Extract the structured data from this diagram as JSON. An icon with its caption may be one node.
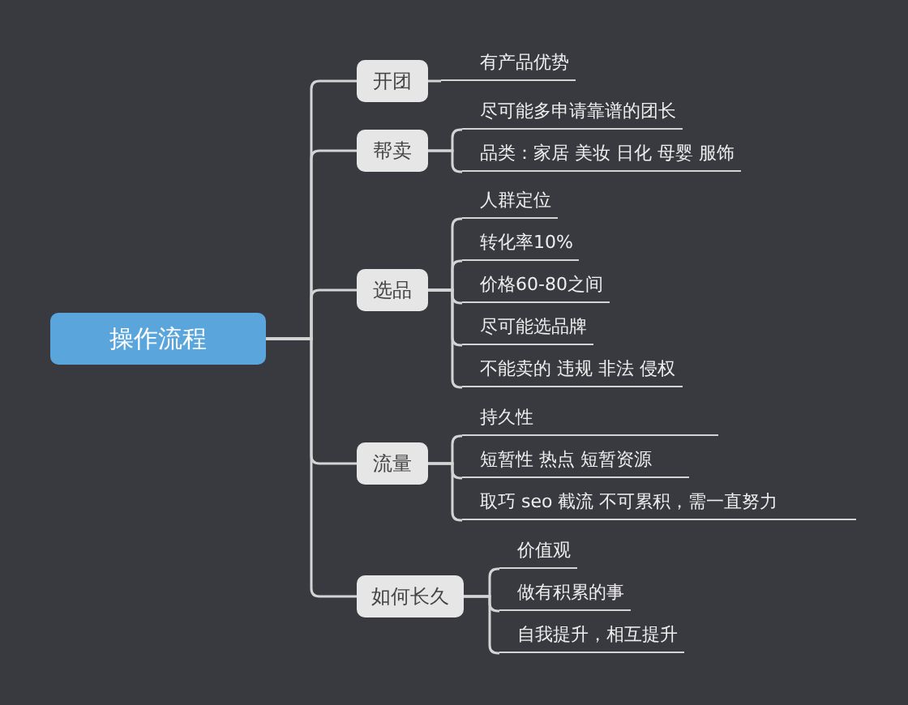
{
  "diagram": {
    "nodes": [
      {
        "text": [
          "操作流程"
        ]
      },
      {
        "text": [
          "开团"
        ]
      },
      {
        "text": [
          "有产品优势"
        ]
      },
      {
        "text": [
          "帮卖"
        ]
      },
      {
        "text": [
          "尽可能多申请靠谱的团长"
        ]
      },
      {
        "text": [
          "品类：家居 美妆 日化 母婴 服饰"
        ]
      },
      {
        "text": [
          "选品"
        ]
      },
      {
        "text": [
          "人群定位"
        ]
      },
      {
        "text": [
          "转化率10%"
        ]
      },
      {
        "text": [
          "价格60-80之间"
        ]
      },
      {
        "text": [
          "尽可能选品牌"
        ]
      },
      {
        "text": [
          "不能卖的 违规 非法 侵权"
        ]
      },
      {
        "text": [
          "流量"
        ]
      },
      {
        "text": [
          "持久性"
        ]
      },
      {
        "text": [
          "短暂性 热点 短暂资源"
        ]
      },
      {
        "text": [
          "取巧 seo 截流 不可累积，需一直努力"
        ]
      },
      {
        "text": [
          "如何长久"
        ]
      },
      {
        "text": [
          "价值观"
        ]
      },
      {
        "text": [
          "做有积累的事"
        ]
      },
      {
        "text": [
          "自我提升，相互提升"
        ]
      }
    ],
    "edges": [
      {
        "from": 0,
        "to": 1,
        "arrow": "none"
      },
      {
        "from": 0,
        "to": 3,
        "arrow": "none"
      },
      {
        "from": 0,
        "to": 6,
        "arrow": "none"
      },
      {
        "from": 0,
        "to": 12,
        "arrow": "none"
      },
      {
        "from": 0,
        "to": 16,
        "arrow": "none"
      },
      {
        "from": 1,
        "to": 2,
        "arrow": "none"
      },
      {
        "from": 3,
        "to": 4,
        "arrow": "none"
      },
      {
        "from": 3,
        "to": 5,
        "arrow": "none"
      },
      {
        "from": 6,
        "to": 7,
        "arrow": "none"
      },
      {
        "from": 6,
        "to": 8,
        "arrow": "none"
      },
      {
        "from": 6,
        "to": 9,
        "arrow": "none"
      },
      {
        "from": 6,
        "to": 10,
        "arrow": "none"
      },
      {
        "from": 6,
        "to": 11,
        "arrow": "none"
      },
      {
        "from": 12,
        "to": 13,
        "arrow": "none"
      },
      {
        "from": 12,
        "to": 14,
        "arrow": "none"
      },
      {
        "from": 12,
        "to": 15,
        "arrow": "none"
      },
      {
        "from": 16,
        "to": 17,
        "arrow": "none"
      },
      {
        "from": 16,
        "to": 18,
        "arrow": "none"
      },
      {
        "from": 16,
        "to": 19,
        "arrow": "none"
      }
    ]
  }
}
